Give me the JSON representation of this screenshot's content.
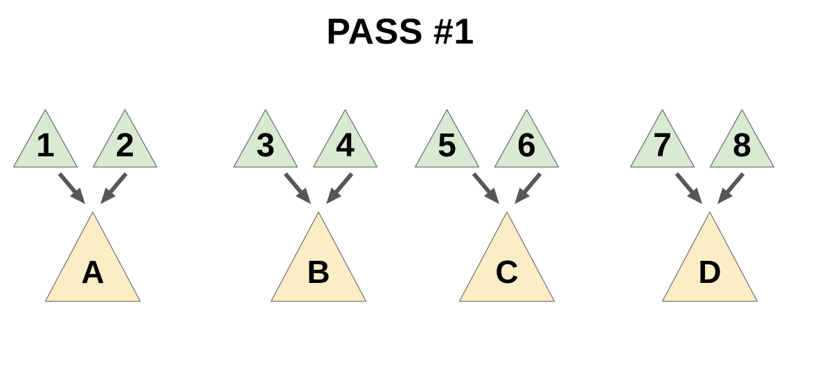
{
  "title": "PASS #1",
  "colors": {
    "background": "#ffffff",
    "title_color": "#000000",
    "label_color": "#000000",
    "input_fill": "#d9ead3",
    "output_fill": "#fcedc5",
    "outline": "#757575",
    "arrow": "#575757"
  },
  "groups": [
    {
      "inputs": [
        "1",
        "2"
      ],
      "output": "A"
    },
    {
      "inputs": [
        "3",
        "4"
      ],
      "output": "B"
    },
    {
      "inputs": [
        "5",
        "6"
      ],
      "output": "C"
    },
    {
      "inputs": [
        "7",
        "8"
      ],
      "output": "D"
    }
  ]
}
